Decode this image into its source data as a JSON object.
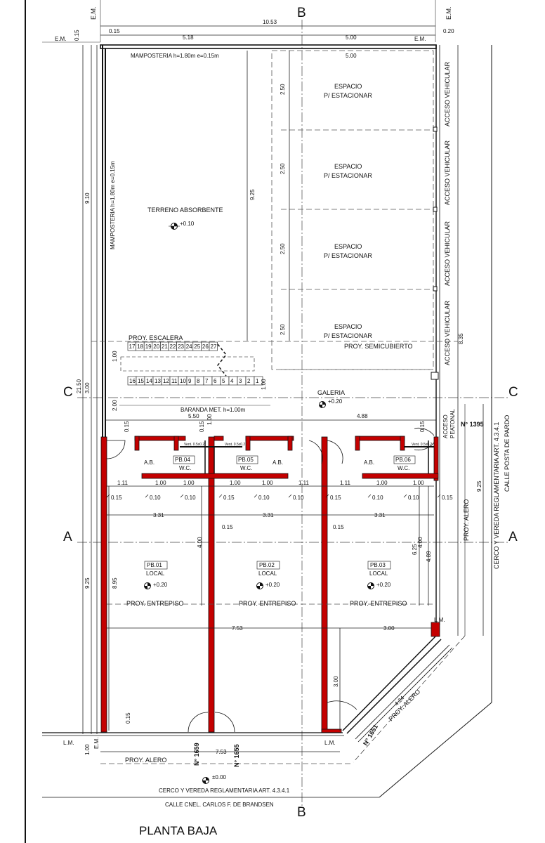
{
  "title": "PLANTA BAJA",
  "axes": {
    "a": "A",
    "b": "B",
    "c": "C"
  },
  "boundary_marks": {
    "em": "E.M.",
    "lm": "L.M."
  },
  "top_dims": {
    "total": "10.53",
    "left_offset": "0.15",
    "left_span": "5.18",
    "right_span": "5.00",
    "right_offset": "0.20",
    "left_top": "0.15",
    "parking_width": "5.00"
  },
  "left_dims": {
    "upper": "9.10",
    "total": "21.50",
    "mid": "3.00",
    "lower": "9.25",
    "bottom": "1.00"
  },
  "right_dims": {
    "upper": "8.35",
    "lower": "9.25"
  },
  "yard": {
    "wall_top": "MAMPOSTERIA h=1.80m e=0.15m",
    "wall_side": "MAMPOSTERIA h=1.80m e=0.15m",
    "label": "TERRENO ABSORBENTE",
    "level": "+0.10",
    "height_dim": "9.25"
  },
  "parking": {
    "spaces": [
      {
        "line1": "ESPACIO",
        "line2": "P/ ESTACIONAR",
        "depth": "2.50"
      },
      {
        "line1": "ESPACIO",
        "line2": "P/ ESTACIONAR",
        "depth": "2.50"
      },
      {
        "line1": "ESPACIO",
        "line2": "P/ ESTACIONAR",
        "depth": "2.50"
      },
      {
        "line1": "ESPACIO",
        "line2": "P/ ESTACIONAR",
        "depth": "2.50"
      }
    ],
    "vehicle_access": "ACCESO VEHICULAR",
    "semicovered": "PROY. SEMICUBIERTO"
  },
  "stair": {
    "label": "PROY. ESCALERA",
    "upper_steps": [
      "17",
      "18",
      "19",
      "20",
      "21",
      "22",
      "23",
      "24",
      "25",
      "26",
      "27"
    ],
    "lower_steps": [
      "16",
      "15",
      "14",
      "13",
      "12",
      "11",
      "10",
      "9",
      "8",
      "7",
      "6",
      "5",
      "4",
      "3",
      "2",
      "1"
    ],
    "rail": "BARANDA MET. h=1.00m",
    "dim_left": "1.00",
    "dim_bottom": "2.00",
    "dim_right": "1.00"
  },
  "gallery": {
    "label": "GALERIA",
    "level": "+0.20",
    "dim_left": "5.50",
    "dim_right": "4.88",
    "dim_small1": "0.15",
    "dim_small2": "0.15",
    "dim_small3": "1.00"
  },
  "pedestrian_access": {
    "line1": "ACCESO",
    "line2": "PEATONAL",
    "number": "N° 1395",
    "dim": "0.15"
  },
  "restrooms": [
    {
      "id": "PB.04",
      "name": "W.C.",
      "ab": "A.B.",
      "vent": "Vent. 0.5x0.2"
    },
    {
      "id": "PB.05",
      "name": "W.C.",
      "ab": "A.B.",
      "vent": "Vent. 0.5x0.2"
    },
    {
      "id": "PB.06",
      "name": "W.C.",
      "ab": "A.B.",
      "vent": "Vent. 0.5x0.2"
    }
  ],
  "restroom_dims": {
    "row": [
      "1.11",
      "1.00",
      "1.00",
      "1.00",
      "1.00",
      "1.11",
      "1.11",
      "1.00",
      "1.00"
    ],
    "gaps": [
      "0.15",
      "0.10",
      "0.10",
      "0.15",
      "0.10",
      "0.10",
      "0.15",
      "0.10",
      "0.10",
      "0.15"
    ],
    "small": "0.15"
  },
  "units_width": [
    "3.31",
    "3.31",
    "3.31"
  ],
  "units_gap": [
    "0.15",
    "0.15"
  ],
  "locals": [
    {
      "id": "PB.01",
      "name": "LOCAL",
      "level": "+0.20",
      "mezz": "PROY. ENTREPISO"
    },
    {
      "id": "PB.02",
      "name": "LOCAL",
      "level": "+0.20",
      "mezz": "PROY. ENTREPISO"
    },
    {
      "id": "PB.03",
      "name": "LOCAL",
      "level": "+0.20",
      "mezz": "PROY. ENTREPISO"
    }
  ],
  "local_dims": {
    "left_h": "8.95",
    "mid_h": "4.00",
    "right_h1": "6.25",
    "right_h2": "4.00",
    "right_h3": "4.89",
    "width": "7.53",
    "chamfer_w": "3.00",
    "chamfer_h": "3.00",
    "diag": "4.24"
  },
  "right_side": {
    "alero": "PROY. ALERO",
    "fence": "CERCO Y VEREDA REGLAMENTARIA ART. 4.3.4.1",
    "street": "CALLE POSTA DE PARDO"
  },
  "bottom": {
    "numbers": [
      "N° 1659",
      "N° 1655",
      "N° 1651"
    ],
    "alero": "PROY. ALERO",
    "diag_alero": "PROY. ALERO",
    "level": "±0.00",
    "fence": "CERCO Y VEREDA REGLAMENTARIA ART. 4.3.4.1",
    "street": "CALLE CNEL. CARLOS F. DE BRANDSEN",
    "width": "7.53",
    "left_small": "0.15"
  }
}
